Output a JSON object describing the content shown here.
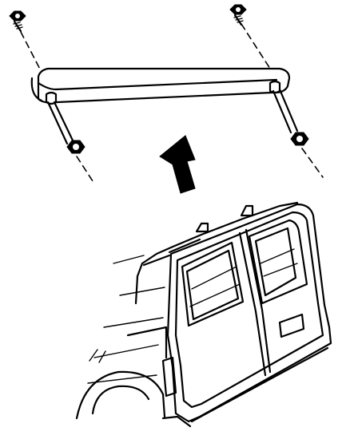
{
  "figure": {
    "parts": [
      {
        "id": "bolt-top-left",
        "icon": "bolt-icon"
      },
      {
        "id": "bolt-top-right",
        "icon": "bolt-icon"
      },
      {
        "id": "nut-bottom-left",
        "icon": "nut-icon"
      },
      {
        "id": "nut-bottom-right",
        "icon": "nut-icon"
      },
      {
        "id": "spoiler-bar",
        "icon": "spoiler-icon"
      },
      {
        "id": "removal-arrow",
        "icon": "arrow-up-icon"
      },
      {
        "id": "van-rear",
        "icon": "van-icon"
      }
    ],
    "colors": {
      "line": "#000000",
      "background": "#ffffff"
    }
  }
}
